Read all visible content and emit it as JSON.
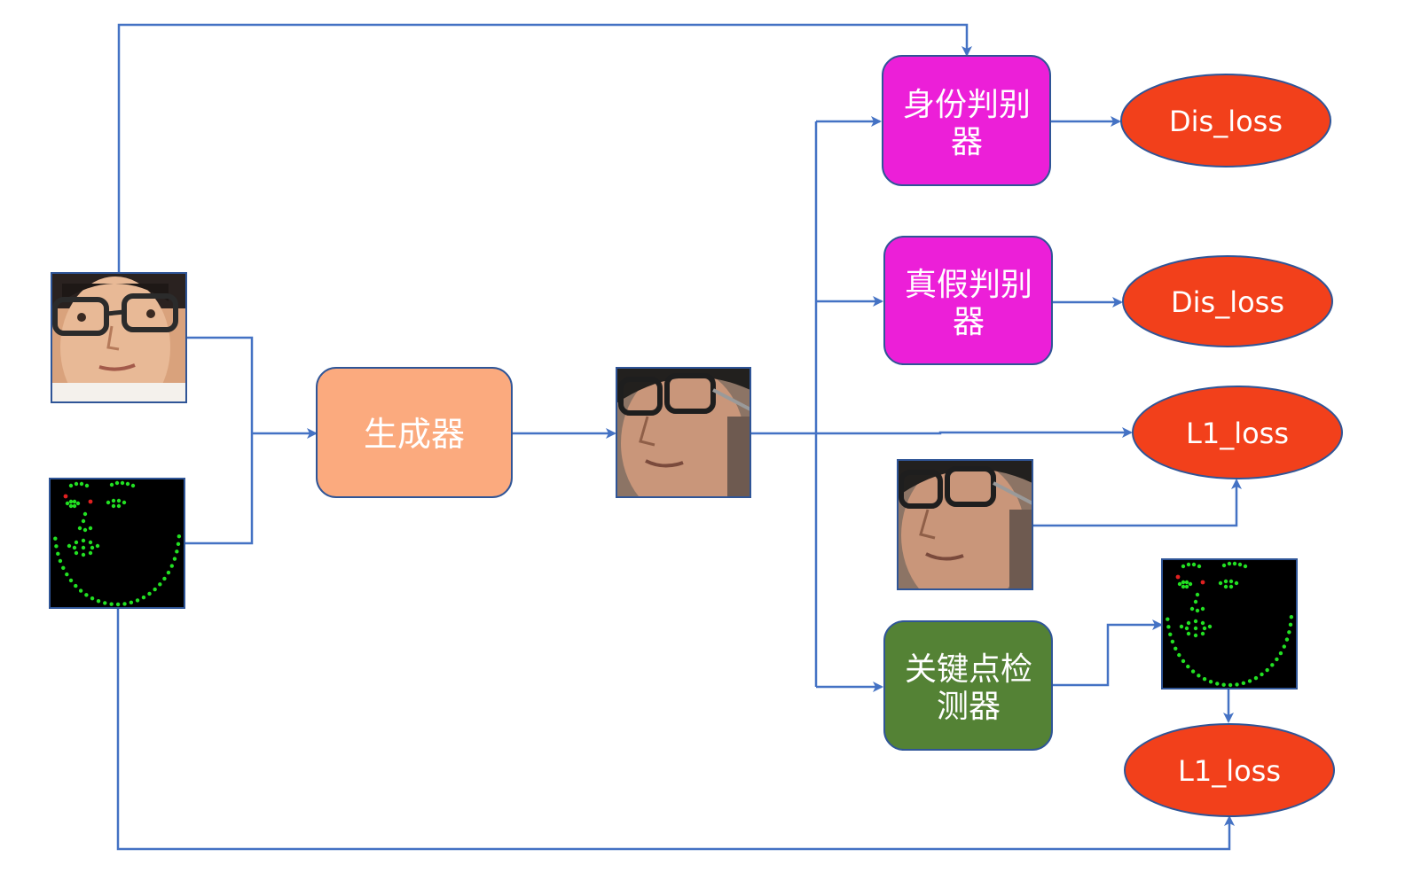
{
  "nodes": {
    "generator": {
      "label": "生成器",
      "color": "#FBAA7E"
    },
    "identity_discriminator": {
      "label_line1": "身份判别",
      "label_line2": "器",
      "color": "#EC1FD8"
    },
    "realfake_discriminator": {
      "label_line1": "真假判别",
      "label_line2": "器",
      "color": "#EC1FD8"
    },
    "keypoint_detector": {
      "label_line1": "关键点检",
      "label_line2": "测器",
      "color": "#548235"
    },
    "loss_identity": {
      "label": "Dis_loss",
      "color": "#F2401B"
    },
    "loss_realfake": {
      "label": "Dis_loss",
      "color": "#F2401B"
    },
    "loss_l1_image": {
      "label": "L1_loss",
      "color": "#F2401B"
    },
    "loss_l1_keypoint": {
      "label": "L1_loss",
      "color": "#F2401B"
    }
  },
  "colors": {
    "connector": "#4472C4",
    "box_border": "#2F5597",
    "keypoint_dot": "#22E022",
    "keypoint_eye_marker": "#E02020"
  },
  "images": {
    "input_face": "face-photo",
    "input_landmarks": "landmark-map",
    "generated_face": "face-photo",
    "target_face": "face-photo",
    "detected_landmarks": "landmark-map"
  }
}
